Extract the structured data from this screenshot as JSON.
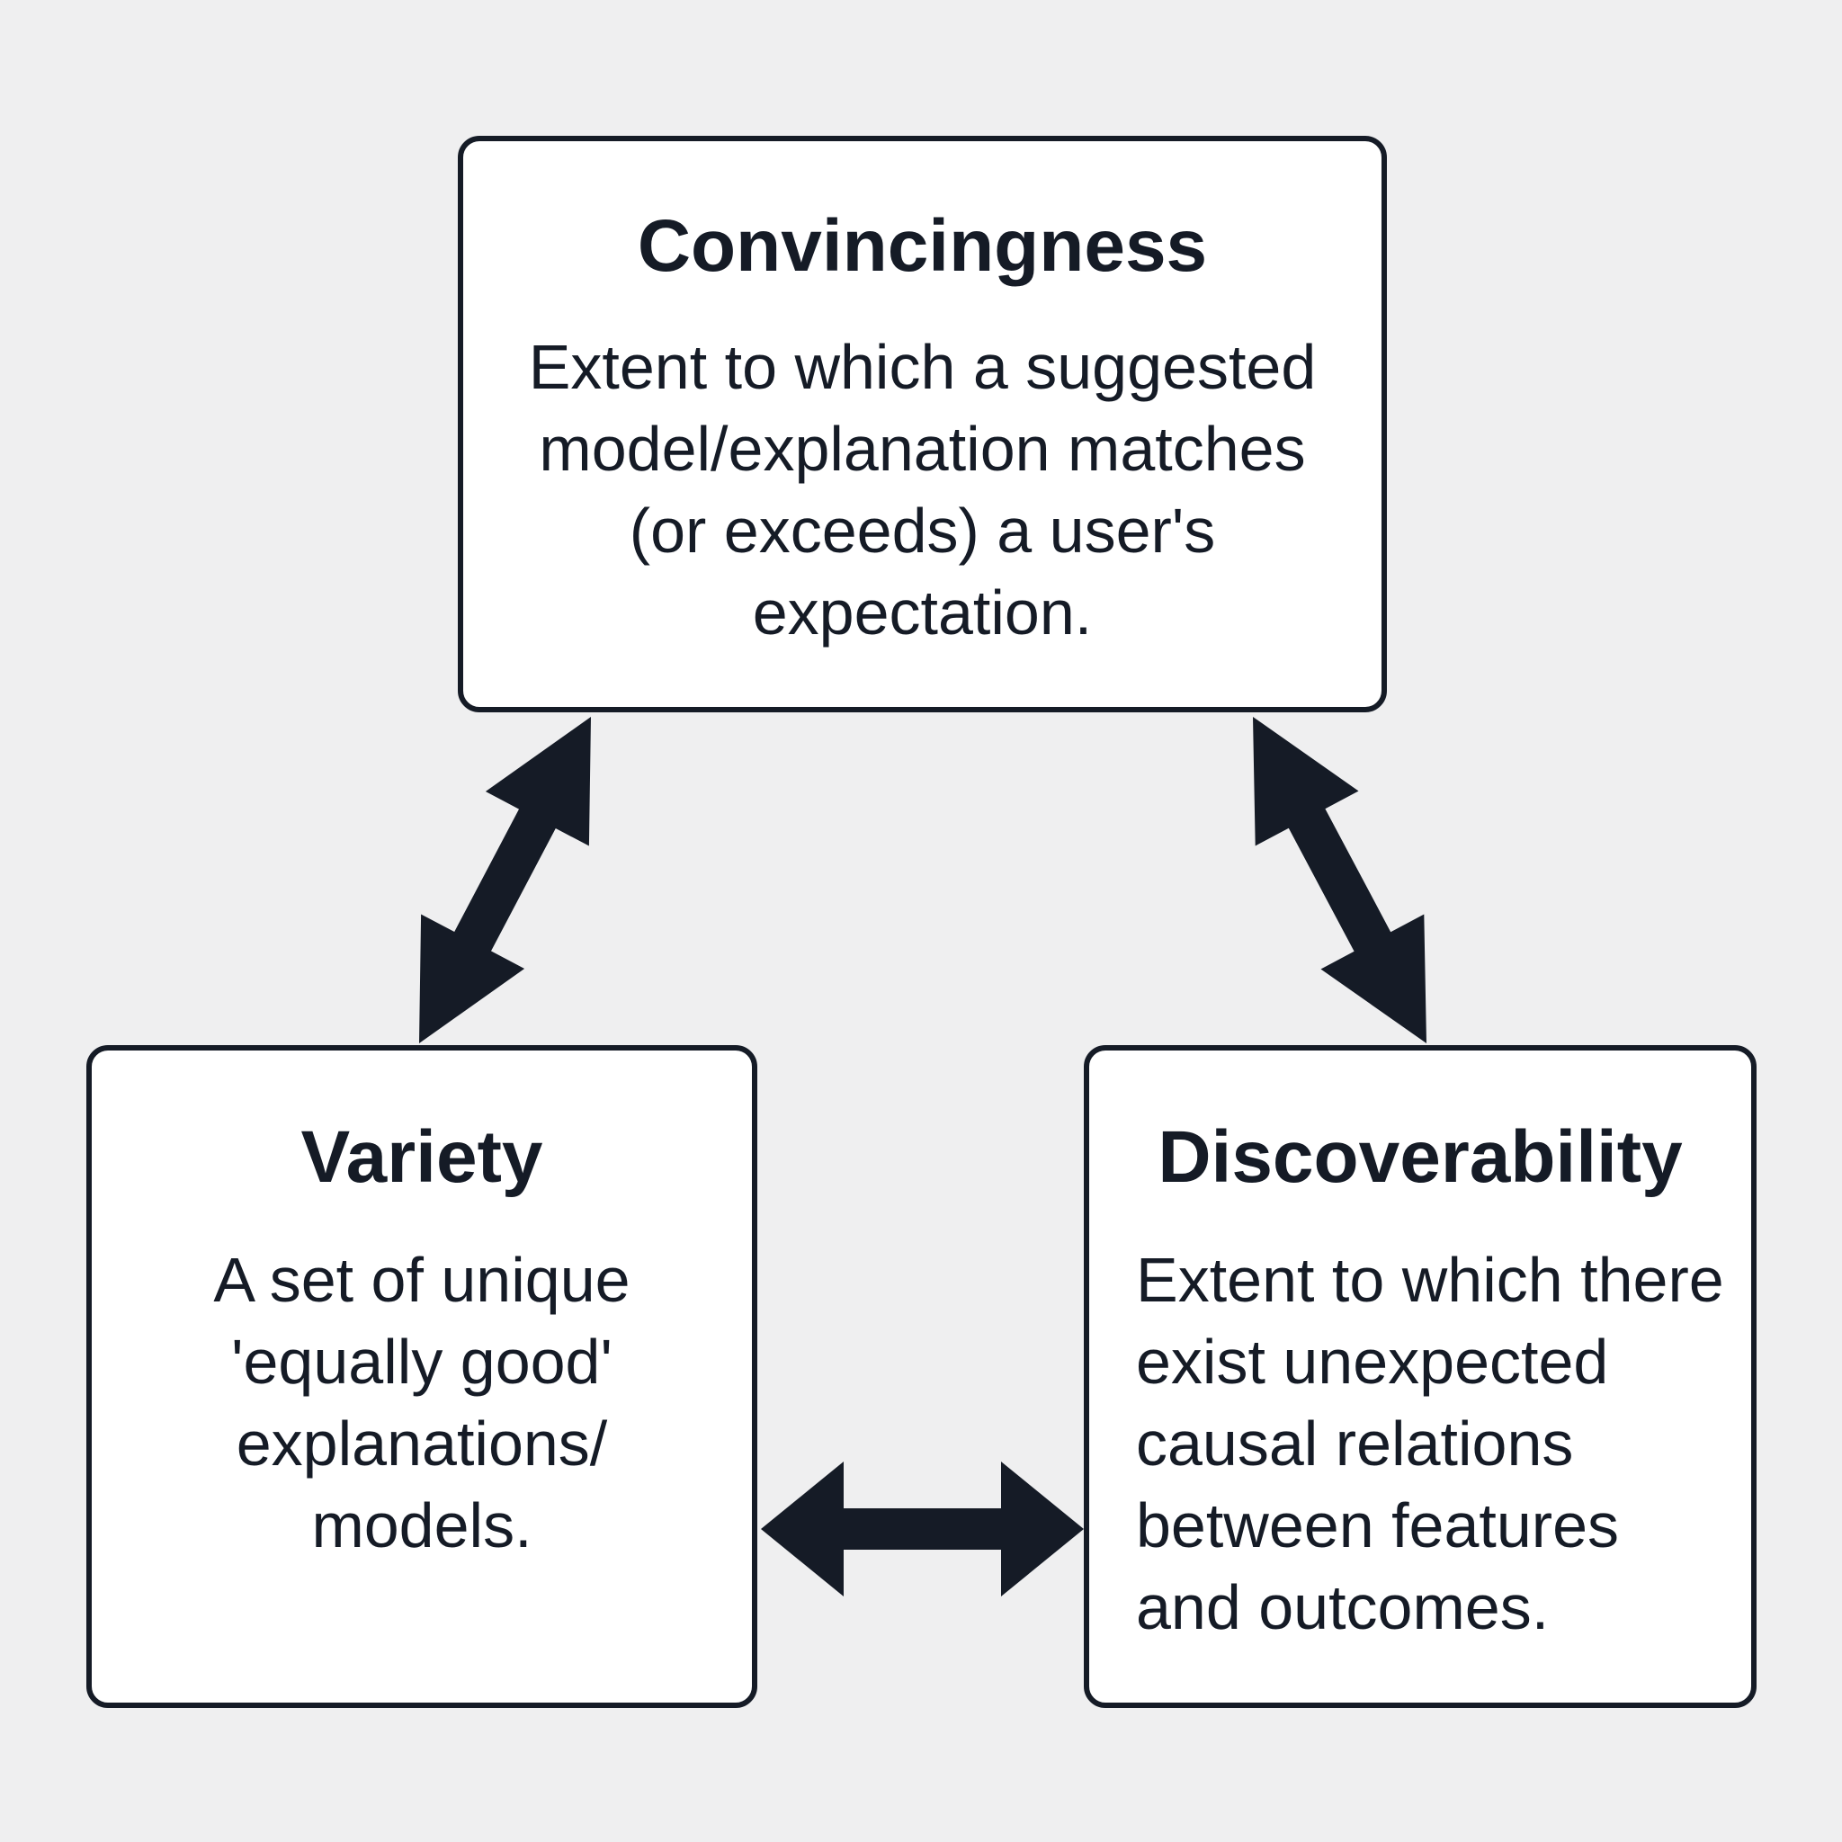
{
  "colors": {
    "background": "#efeff0",
    "box_fill": "#ffffff",
    "ink": "#151b26"
  },
  "nodes": {
    "convincingness": {
      "title": "Convincingness",
      "description_lines": [
        "Extent to which a suggested",
        "model/explanation matches",
        "(or exceeds) a user's",
        "expectation."
      ]
    },
    "variety": {
      "title": "Variety",
      "description_lines": [
        "A set of unique",
        "'equally good'",
        "explanations/",
        "models."
      ]
    },
    "discoverability": {
      "title": "Discoverability",
      "description_lines": [
        "Extent to which there",
        "exist unexpected",
        "causal relations",
        "between features",
        "and outcomes."
      ]
    }
  },
  "edges": [
    {
      "from": "variety",
      "to": "convincingness",
      "style": "double-headed-arrow"
    },
    {
      "from": "convincingness",
      "to": "discoverability",
      "style": "double-headed-arrow"
    },
    {
      "from": "variety",
      "to": "discoverability",
      "style": "double-headed-arrow"
    }
  ]
}
